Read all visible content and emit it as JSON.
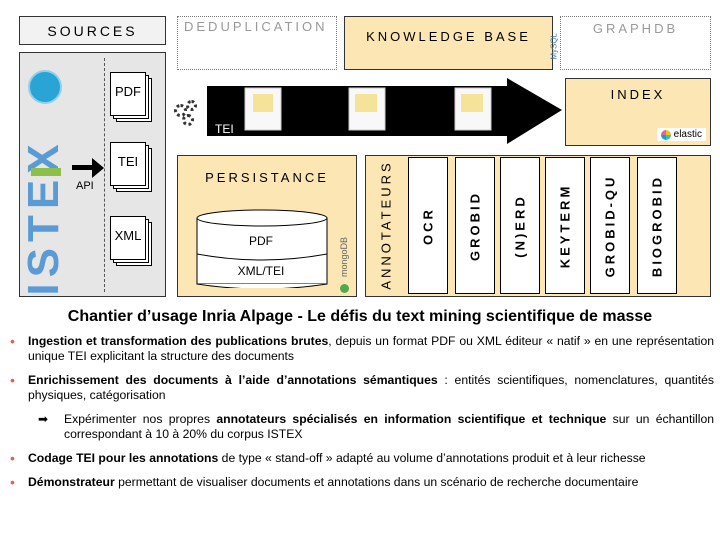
{
  "diagram": {
    "sources": {
      "title": "SOURCES",
      "logo_text": "ISTEX",
      "api_label": "API",
      "docs": [
        "PDF",
        "TEI",
        "XML"
      ]
    },
    "deduplication": {
      "title": "DEDUPLICATION"
    },
    "knowledge_base": {
      "title": "KNOWLEDGE BASE",
      "logo": "MySQL"
    },
    "graphdb": {
      "title": "GRAPHDB"
    },
    "index": {
      "title": "INDEX",
      "logo": "elastic"
    },
    "pipeline": {
      "label": "TEI"
    },
    "persistance": {
      "title": "PERSISTANCE",
      "db_top": "PDF",
      "db_bottom": "XML/TEI",
      "logo": "mongoDB"
    },
    "annotateurs": {
      "title": "ANNOTATEURS",
      "items": [
        "OCR",
        "GROBID",
        "(N)ERD",
        "KEYTERM",
        "GROBID-QU",
        "BIOGROBID"
      ]
    }
  },
  "content": {
    "title": "Chantier d’usage Inria Alpage - Le défis du text mining scientifique de masse",
    "b1_bold": "Ingestion et transformation des publications brutes",
    "b1_text": ", depuis un format PDF ou XML éditeur « natif » en une représentation unique TEI explicitant la structure des documents",
    "b2_bold": "Enrichissement des documents à l’aide d’annotations sémantiques",
    "b2_text": " : entités scientifiques, nomenclatures, quantités physiques, catégorisation",
    "sub_text1": "Expérimenter nos propres ",
    "sub_bold": "annotateurs spécialisés en information scientifique et technique",
    "sub_text2": " sur un échantillon correspondant à 10 à 20% du corpus ISTEX",
    "b3_bold": "Codage TEI pour les annotations",
    "b3_text": " de type « stand-off » adapté au volume d’annotations produit et à leur richesse",
    "b4_bold": "Démonstrateur",
    "b4_text": " permettant de visualiser documents et annotations dans un scénario de recherche documentaire"
  }
}
